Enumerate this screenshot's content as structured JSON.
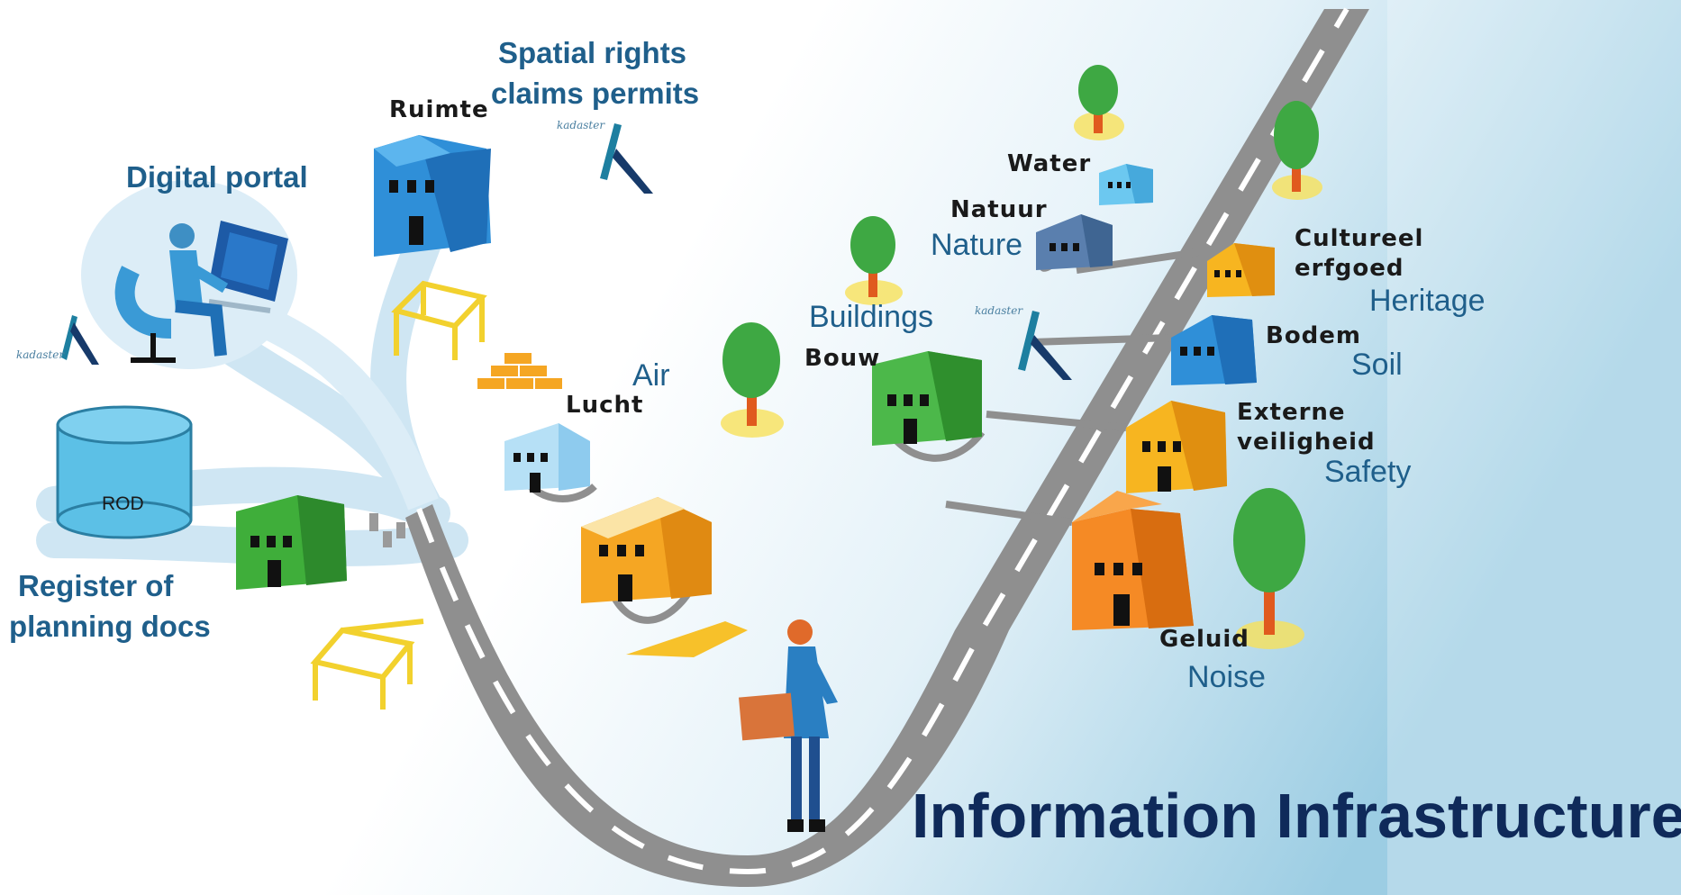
{
  "title": "Information Infrastructure",
  "labels": {
    "digital_portal": "Digital portal",
    "spatial_rights": "Spatial rights",
    "claims_permits": "claims permits",
    "register_of": "Register of",
    "planning_docs": "planning docs",
    "rod": "ROD",
    "air": "Air",
    "buildings": "Buildings",
    "nature": "Nature",
    "heritage": "Heritage",
    "soil": "Soil",
    "safety": "Safety",
    "noise": "Noise"
  },
  "dutch_labels": {
    "ruimte": "Ruimte",
    "lucht": "Lucht",
    "bouw": "Bouw",
    "water": "Water",
    "natuur": "Natuur",
    "cultureel": "Cultureel",
    "erfgoed": "erfgoed",
    "bodem": "Bodem",
    "externe": "Externe",
    "veiligheid": "veiligheid",
    "geluid": "Geluid"
  },
  "logo": {
    "kadaster": "kadaster"
  },
  "colors": {
    "title": "#0f2a5a",
    "label_blue": "#1f5f8b",
    "road": "#8e8e8e",
    "background_accent": "#a9d3e6"
  }
}
